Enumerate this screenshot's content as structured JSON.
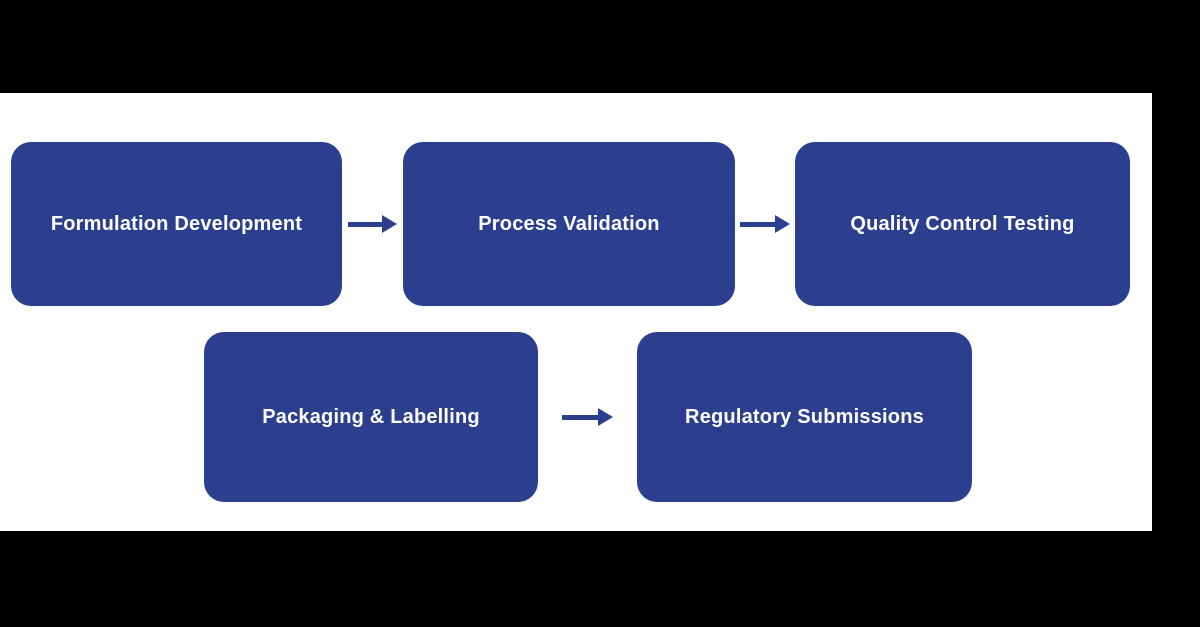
{
  "colors": {
    "background": "#000000",
    "panel": "#ffffff",
    "box_fill": "#2b3f8e",
    "box_text": "#ffffff",
    "arrow": "#2b3f8e"
  },
  "flowchart": {
    "stages": [
      {
        "label": "Formulation Development"
      },
      {
        "label": "Process Validation"
      },
      {
        "label": "Quality Control Testing"
      },
      {
        "label": "Packaging & Labelling"
      },
      {
        "label": "Regulatory Submissions"
      }
    ]
  }
}
